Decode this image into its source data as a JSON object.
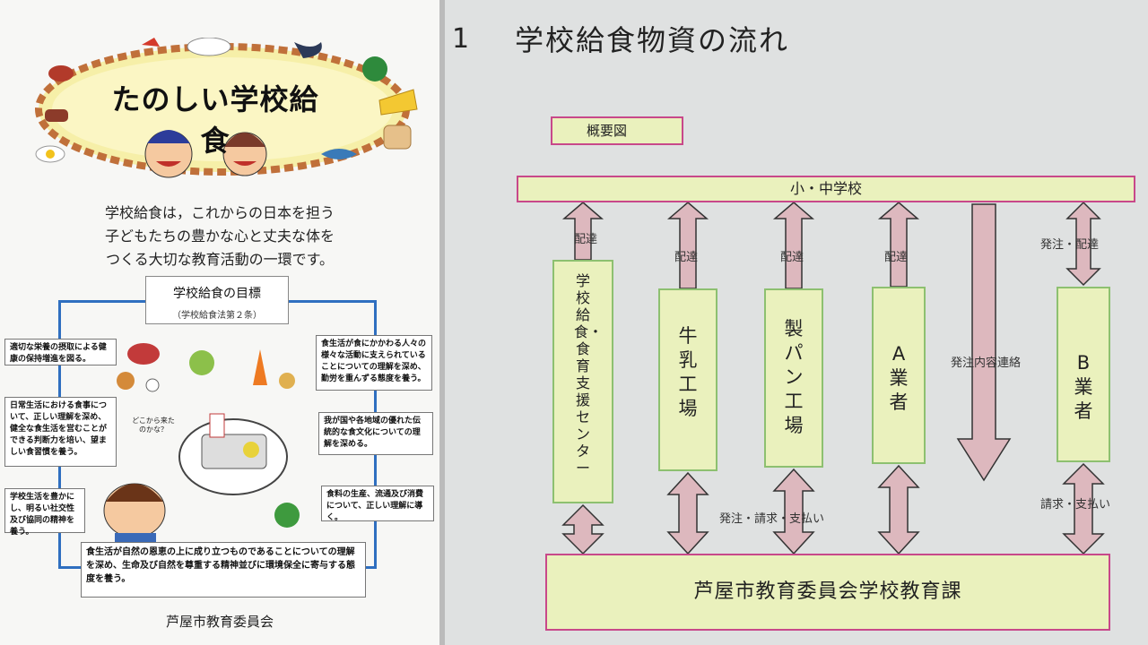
{
  "pamphlet": {
    "title": "たのしい学校給食",
    "intro": [
      "学校給食は，これからの日本を担う",
      "子どもたちの豊かな心と丈夫な体を",
      "つくる大切な教育活動の一環です。"
    ],
    "goals_title": "学校給食の目標",
    "goals_subtitle": "（学校給食法第２条）",
    "goals": [
      "適切な栄養の摂取による健康の保持増進を図る。",
      "日常生活における食事について、正しい理解を深め、健全な食生活を営むことができる判断力を培い、望ましい食習慣を養う。",
      "学校生活を豊かにし、明るい社交性及び協同の精神を養う。",
      "食生活が食にかかわる人々の様々な活動に支えられていることについての理解を深め、勤労を重んずる態度を養う。",
      "我が国や各地域の優れた伝統的な食文化についての理解を深める。",
      "食料の生産、流通及び消費について、正しい理解に導く。",
      "食生活が自然の恩恵の上に成り立つものであることについての理解を深め、生命及び自然を尊重する精神並びに環境保全に寄与する態度を養う。"
    ],
    "bubble": "どこから来たのかな？",
    "footer": "芦屋市教育委員会"
  },
  "diagram": {
    "section_number": "1",
    "section_title": "学校給食物資の流れ",
    "overview_label": "概要図",
    "school": "小・中学校",
    "board": "芦屋市教育委員会学校教育課",
    "columns": {
      "center": "学校給食・食育支援センター",
      "milk": "牛乳工場",
      "bread": "製パン工場",
      "vendor_a": "A業者",
      "vendor_b": "B業者"
    },
    "labels": {
      "delivery_center": "配達",
      "delivery_milk": "配達",
      "delivery_bread": "配達",
      "delivery_a": "配達",
      "order_delivery_b": "発注・配達",
      "order_bill_pay": "発注・請求・支払い",
      "bill_pay_b": "請求・支払い",
      "order_contact": "発注内容連絡"
    }
  },
  "colors": {
    "box_fill": "#eaf1bd",
    "box_border_pink": "#c8488a",
    "box_border_green": "#8dc070",
    "arrow_fill": "#ddb8be",
    "frame_blue": "#2f6fc0"
  }
}
